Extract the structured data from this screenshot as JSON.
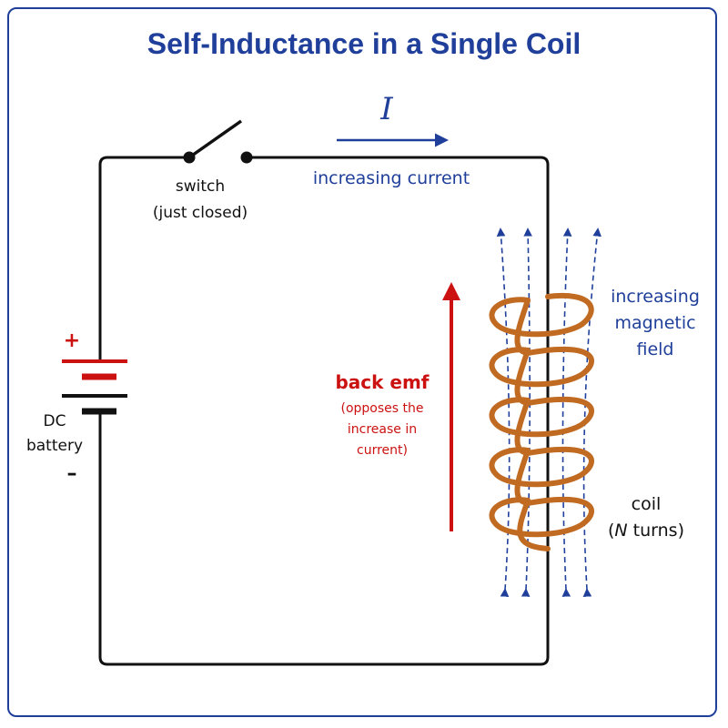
{
  "title": "Self-Inductance in a Single Coil",
  "switch": {
    "label": "switch",
    "state": "(just closed)"
  },
  "current": {
    "symbol": "I",
    "label": "increasing current"
  },
  "battery": {
    "plus": "+",
    "minus": "–",
    "line1": "DC",
    "line2": "battery"
  },
  "back_emf": {
    "label": "back emf",
    "desc1": "(opposes the",
    "desc2": "increase in",
    "desc3": "current)"
  },
  "field": {
    "line1": "increasing",
    "line2": "magnetic",
    "line3": "field"
  },
  "coil": {
    "line1": "coil",
    "open": "(",
    "n": "N",
    "rest": " turns)"
  },
  "colors": {
    "blue": "#1f3f9a",
    "red": "#cc1111",
    "copper": "#c06a22",
    "wire": "#111111"
  }
}
